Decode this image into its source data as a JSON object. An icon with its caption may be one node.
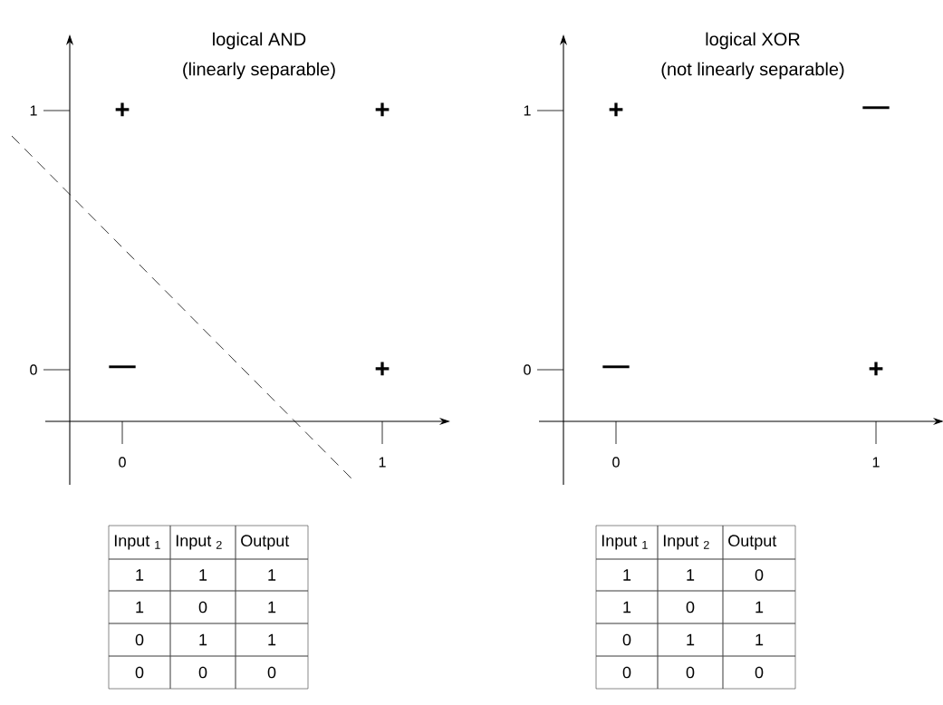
{
  "diagram": {
    "labels": [
      "logical AND",
      "(linearly separable)",
      "1",
      "+",
      "+",
      "0",
      "—",
      "+",
      "0",
      "1",
      "Input $_{1}$",
      "Input $_{2}$",
      "Output",
      "1",
      "1",
      "1",
      "1",
      "0",
      "1",
      "0",
      "1",
      "1",
      "0",
      "0",
      "0",
      "logical XOR",
      "(not linearly separable)",
      "1",
      "+",
      "—",
      "0",
      "—",
      "+",
      "0",
      "1",
      "Input $_{1}$",
      "Input $_{2}$",
      "Output",
      "1",
      "1",
      "0",
      "1",
      "0",
      "1",
      "0",
      "1",
      "1",
      "0",
      "0",
      "0"
    ]
  }
}
